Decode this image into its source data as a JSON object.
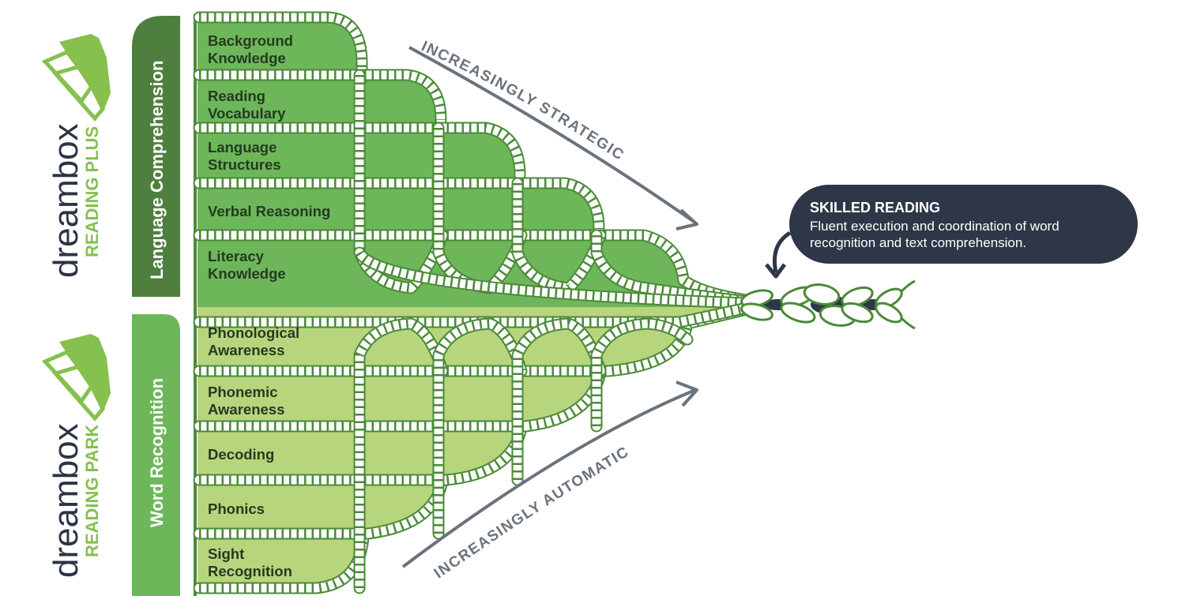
{
  "brands": [
    {
      "name": "dreambox",
      "product": "READING PLUS"
    },
    {
      "name": "dreambox",
      "product": "READING PARK"
    }
  ],
  "sections": {
    "upper": {
      "title": "Language Comprehension",
      "strands": [
        {
          "line1": "Background",
          "line2": "Knowledge"
        },
        {
          "line1": "Reading",
          "line2": "Vocabulary"
        },
        {
          "line1": "Language",
          "line2": "Structures"
        },
        {
          "line1": "Verbal Reasoning",
          "line2": ""
        },
        {
          "line1": "Literacy",
          "line2": "Knowledge"
        }
      ]
    },
    "lower": {
      "title": "Word Recognition",
      "strands": [
        {
          "line1": "Phonological",
          "line2": "Awareness"
        },
        {
          "line1": "Phonemic",
          "line2": "Awareness"
        },
        {
          "line1": "Decoding",
          "line2": ""
        },
        {
          "line1": "Phonics",
          "line2": ""
        },
        {
          "line1": "Sight",
          "line2": "Recognition"
        }
      ]
    }
  },
  "arrows": {
    "strategic": "INCREASINGLY STRATEGIC",
    "automatic": "INCREASINGLY AUTOMATIC"
  },
  "callout": {
    "title": "SKILLED READING",
    "line1": "Fluent execution and coordination of word",
    "line2": "recognition and text comprehension."
  },
  "colors": {
    "dark_green": "#4f7f3f",
    "mid_green": "#6db75a",
    "light_green": "#b7d57d",
    "rope_outline": "#4b8a38",
    "navy": "#2d3748",
    "arrow_gray": "#6a737d"
  }
}
